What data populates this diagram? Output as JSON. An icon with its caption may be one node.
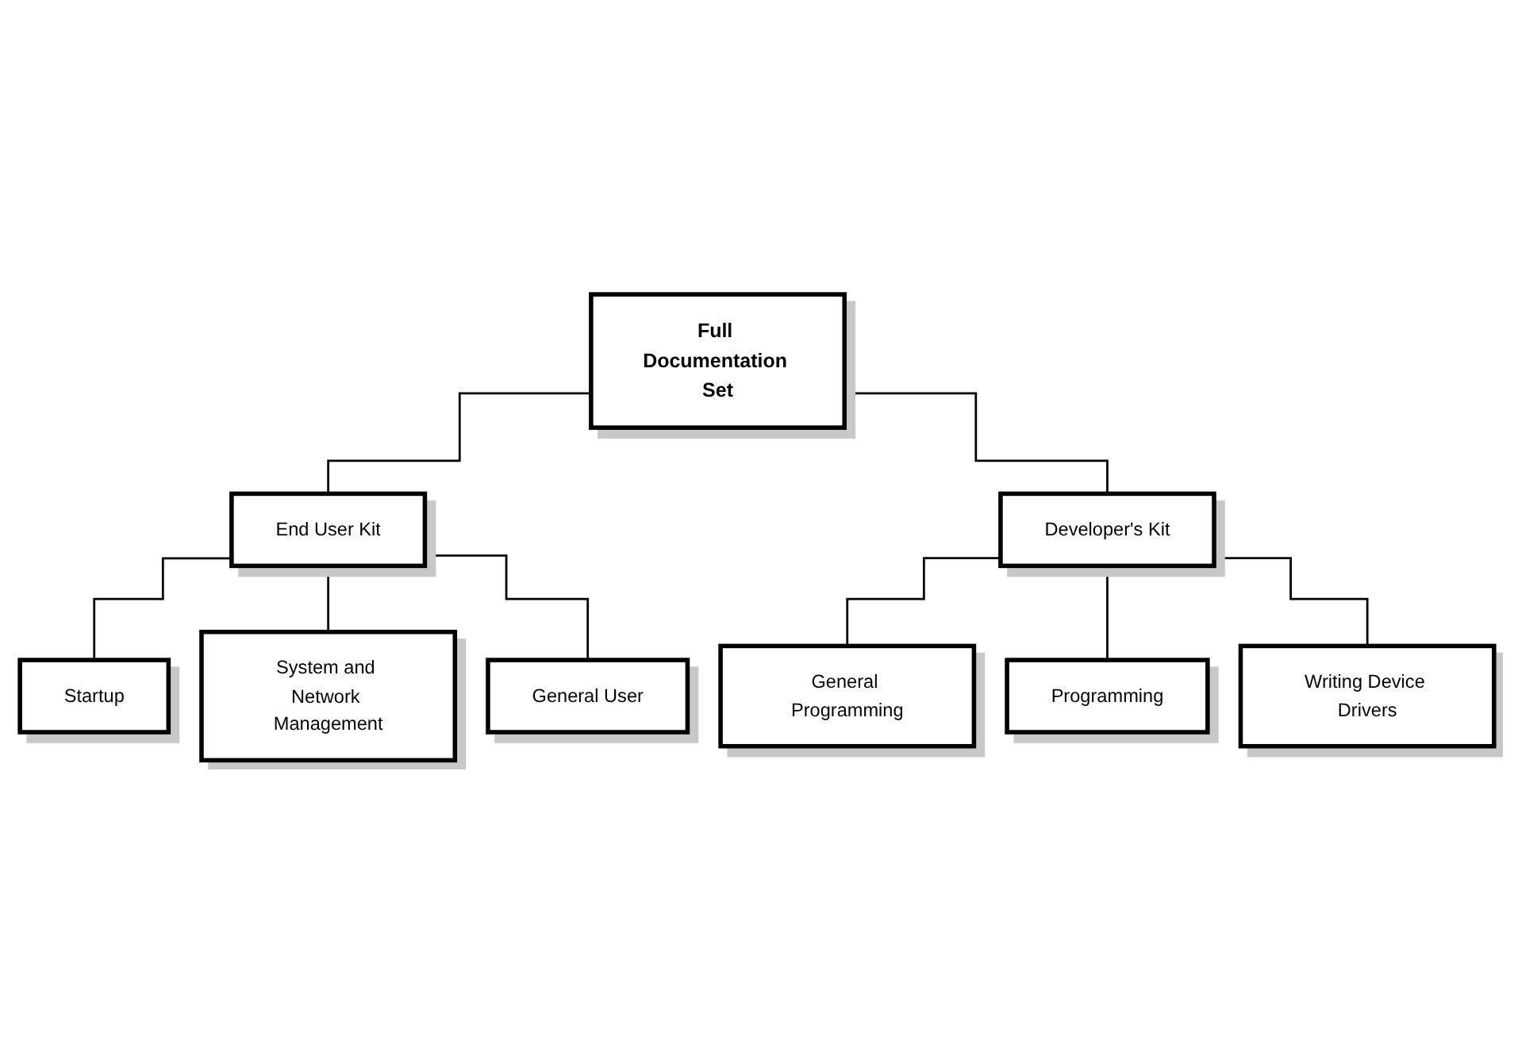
{
  "diagram": {
    "nodes": [
      {
        "text": [
          "Full Documentation Set"
        ]
      },
      {
        "text": [
          "End User Kit"
        ]
      },
      {
        "text": [
          "Developer's Kit"
        ]
      },
      {
        "text": [
          "Startup"
        ]
      },
      {
        "text": [
          "System and Network Management"
        ]
      },
      {
        "text": [
          "General User"
        ]
      },
      {
        "text": [
          "General Programming"
        ]
      },
      {
        "text": [
          "Programming"
        ]
      },
      {
        "text": [
          "Writing Device Drivers"
        ]
      }
    ],
    "edges": [
      {
        "from": 0,
        "to": 1,
        "arrow": "none"
      },
      {
        "from": 0,
        "to": 2,
        "arrow": "none"
      },
      {
        "from": 1,
        "to": 3,
        "arrow": "none"
      },
      {
        "from": 1,
        "to": 4,
        "arrow": "none"
      },
      {
        "from": 1,
        "to": 5,
        "arrow": "none"
      },
      {
        "from": 2,
        "to": 6,
        "arrow": "none"
      },
      {
        "from": 2,
        "to": 7,
        "arrow": "none"
      },
      {
        "from": 2,
        "to": 8,
        "arrow": "none"
      }
    ]
  }
}
